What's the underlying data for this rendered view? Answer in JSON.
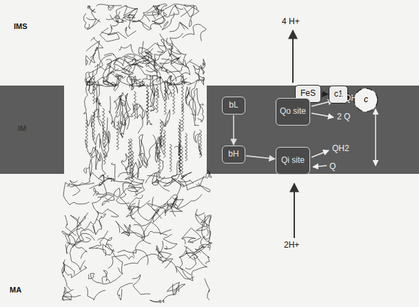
{
  "diagram": {
    "nodes": [
      {
        "text": [
          "FeS"
        ]
      },
      {
        "text": [
          "c1"
        ]
      },
      {
        "text": [
          "c"
        ]
      },
      {
        "text": [
          "bL"
        ]
      },
      {
        "text": [
          "Qo site"
        ]
      },
      {
        "text": [
          "bH"
        ]
      },
      {
        "text": [
          "Qi site"
        ]
      }
    ],
    "edges": [
      {
        "from": 3,
        "to": 5,
        "arrow": "to"
      },
      {
        "from": 5,
        "to": 6,
        "arrow": "to"
      },
      {
        "from": 4,
        "to": 0,
        "arrow": "to"
      },
      {
        "from": 0,
        "to": 1,
        "arrow": "to"
      },
      {
        "from": 1,
        "to": 2,
        "arrow": "to"
      }
    ],
    "labels": [
      "IMS",
      "IM",
      "MA",
      "4 H+",
      "2 QH2",
      "2 Q",
      "QH2",
      "Q",
      "2H+"
    ]
  }
}
